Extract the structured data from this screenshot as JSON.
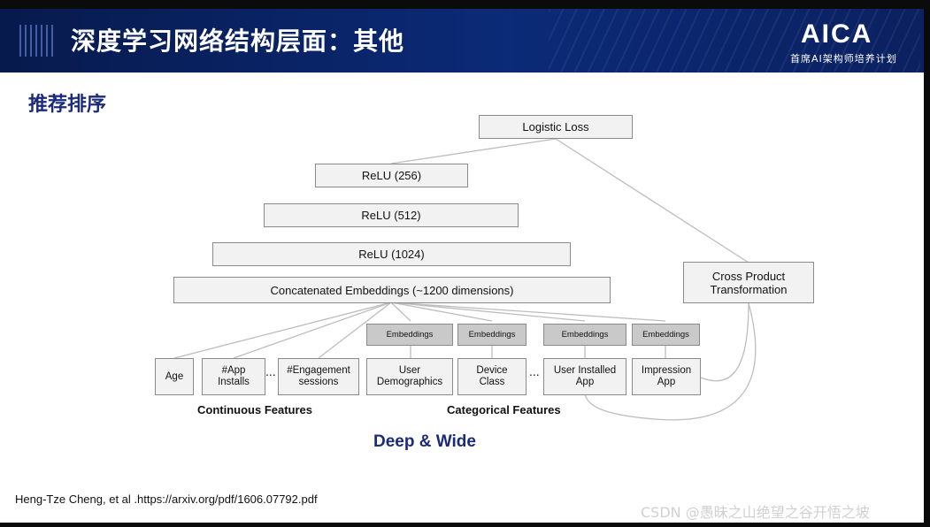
{
  "header": {
    "title": "深度学习网络结构层面：其他",
    "logo_main": "AICA",
    "logo_sub": "首席AI架构师培养计划"
  },
  "slide": {
    "section_title": "推荐排序",
    "diagram": {
      "logistic_loss": "Logistic Loss",
      "relu_256": "ReLU (256)",
      "relu_512": "ReLU (512)",
      "relu_1024": "ReLU (1024)",
      "concat": "Concatenated Embeddings (~1200 dimensions)",
      "cross_product": "Cross Product\nTransformation",
      "embeddings_label": "Embeddings",
      "features": {
        "age": "Age",
        "app_installs": "#App\nInstalls",
        "engagement": "#Engagement\nsessions",
        "user_demographics": "User\nDemographics",
        "device_class": "Device\nClass",
        "user_installed_app": "User Installed\nApp",
        "impression_app": "Impression\nApp"
      },
      "ellipsis": "...",
      "continuous_label": "Continuous Features",
      "categorical_label": "Categorical Features"
    },
    "subtitle": "Deep & Wide",
    "citation": "Heng-Tze Cheng, et al  .https://arxiv.org/pdf/1606.07792.pdf"
  },
  "watermark": "CSDN @愚昧之山绝望之谷开悟之坡",
  "colors": {
    "header_bg": "#0b2a77",
    "title_blue": "#1b2a7a",
    "node_fill": "#f2f2f2",
    "embedding_fill": "#c9c9c9"
  }
}
